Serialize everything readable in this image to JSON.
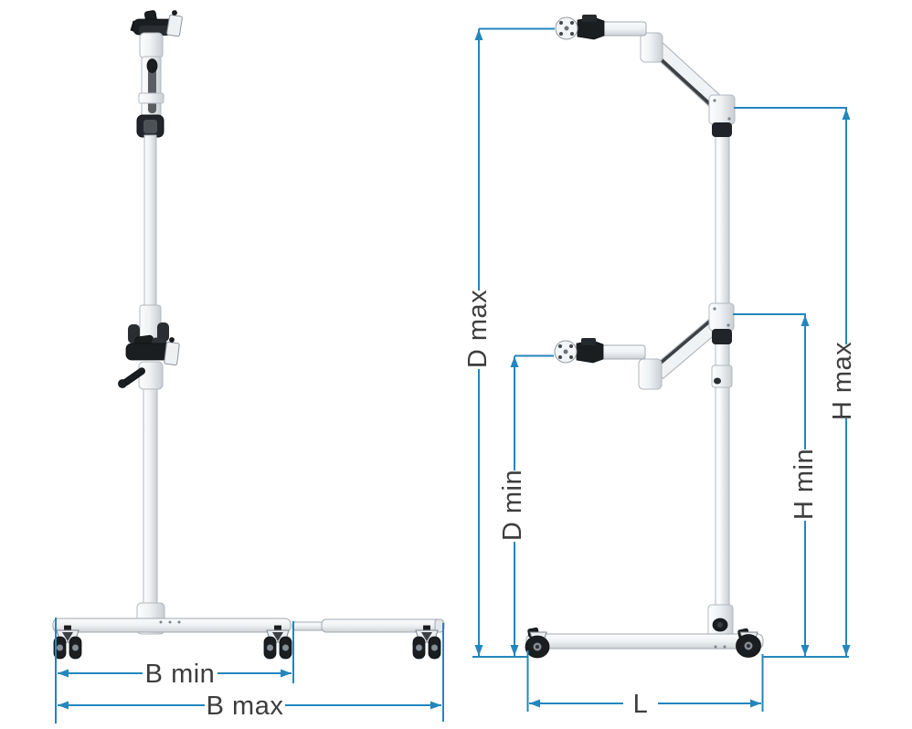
{
  "diagram": {
    "subject": "mobile-floor-stand-dimension-drawing",
    "views": [
      {
        "id": "front-view",
        "dimensions_shown": [
          "B min",
          "B max"
        ]
      },
      {
        "id": "side-view",
        "dimensions_shown": [
          "D max",
          "D min",
          "H max",
          "H min",
          "L"
        ]
      }
    ]
  },
  "dimension_labels": {
    "b_min": "B min",
    "b_max": "B max",
    "d_max": "D max",
    "d_min": "D min",
    "h_max": "H max",
    "h_min": "H min",
    "length": "L"
  },
  "colors": {
    "dimension_line": "#2386bd",
    "label_text": "#3d3d3d",
    "background": "#ffffff",
    "device_body": "#f2f4f6",
    "device_outline": "#aab1b8",
    "device_dark": "#1b1e21"
  }
}
